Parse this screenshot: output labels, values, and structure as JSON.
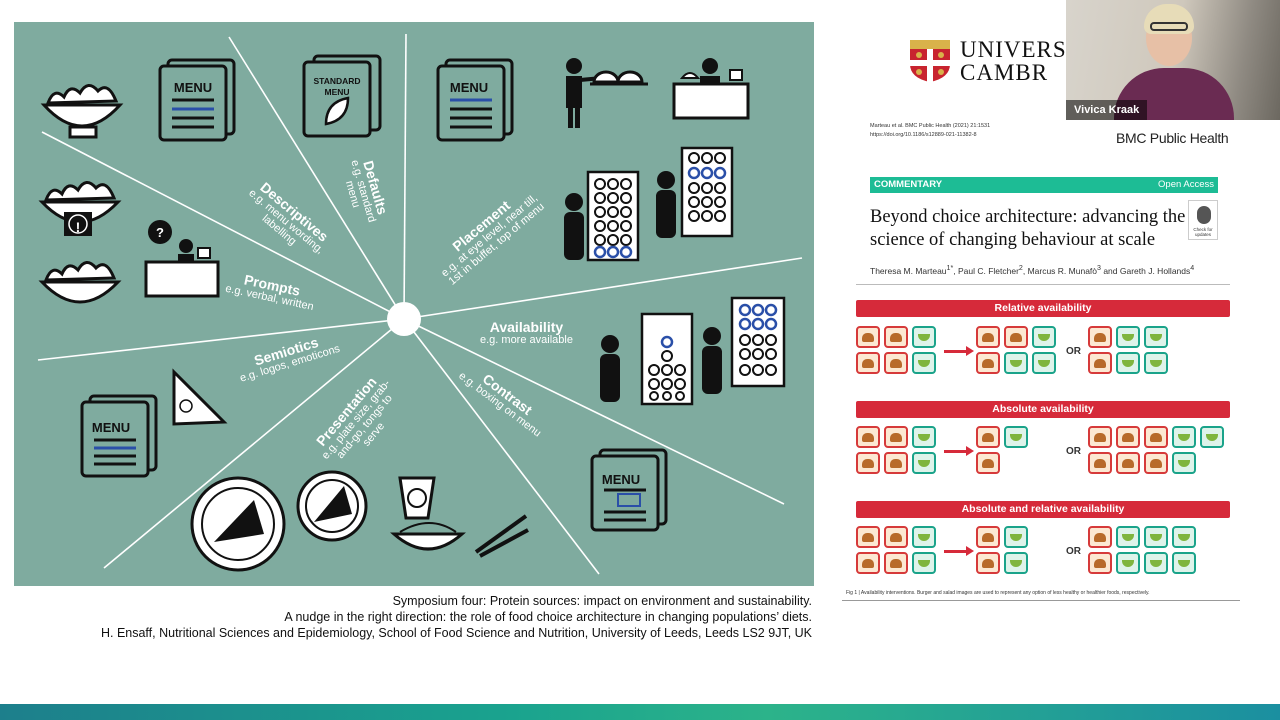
{
  "diagram": {
    "segments": [
      {
        "id": "defaults",
        "title": "Defaults",
        "sub1": "e.g. standard",
        "sub2": "menu"
      },
      {
        "id": "descriptives",
        "title": "Descriptives",
        "sub1": "e.g. menu wording,",
        "sub2": "labelling"
      },
      {
        "id": "prompts",
        "title": "Prompts",
        "sub1": "e.g. verbal, written",
        "sub2": ""
      },
      {
        "id": "semiotics",
        "title": "Semiotics",
        "sub1": "e.g. logos, emoticons",
        "sub2": ""
      },
      {
        "id": "presentation",
        "title": "Presentation",
        "sub1": "e.g. plate size, grab-",
        "sub2": "and-go, tongs to",
        "sub3": "serve"
      },
      {
        "id": "contrast",
        "title": "Contrast",
        "sub1": "e.g. boxing on menu",
        "sub2": ""
      },
      {
        "id": "availability",
        "title": "Availability",
        "sub1": "e.g. more available",
        "sub2": ""
      },
      {
        "id": "placement",
        "title": "Placement",
        "sub1": "e.g. at eye level, near till,",
        "sub2": "1st in buffet, top of menu"
      }
    ],
    "menu_label": "MENU",
    "standard_menu_label": "STANDARD MENU",
    "prompt_mark": "?",
    "alert_mark": "!",
    "colors": {
      "background": "#7fab9f",
      "lines": "#ffffff",
      "icons": "#111111",
      "highlight": "#2a4fa8"
    }
  },
  "captions": {
    "line1": "Symposium four: Protein sources: impact on environment and sustainability.",
    "line2": "A nudge in the right direction: the role of food choice architecture in changing populations’ diets.",
    "line3": "H. Ensaff, Nutritional Sciences and Epidemiology, School of Food Science and Nutrition, University of Leeds, Leeds LS2 9JT, UK"
  },
  "paper": {
    "university": "UNIVERS\nCAMBR",
    "cite_line1": "Marteau et al. BMC Public Health        (2021) 21:1531",
    "cite_line2": "https://doi.org/10.1186/s12889-021-11382-8",
    "journal": "BMC Public Health",
    "section": "COMMENTARY",
    "access": "Open Access",
    "title": "Beyond choice architecture: advancing the science of changing behaviour at scale",
    "check_badge": "Check for updates",
    "authors": "Theresa M. Marteau",
    "authors_sup": "1*",
    "authors_rest": ", Paul C. Fletcher",
    "authors_sup2": "2",
    "authors_rest2": ", Marcus R. Munafò",
    "authors_sup3": "3",
    "authors_rest3": " and Gareth J. Hollands",
    "authors_sup4": "4",
    "panels": [
      {
        "title": "Relative availability",
        "or": "OR"
      },
      {
        "title": "Absolute availability",
        "or": "OR"
      },
      {
        "title": "Absolute and relative availability",
        "or": "OR"
      }
    ],
    "fig_caption": "Fig 1 | Availability interventions. Burger and salad images are used to represent any option of less healthy or healthier foods, respectively.",
    "colors": {
      "accent": "#1dbc95",
      "panel": "#d62a3a",
      "burger_border": "#d63a3a",
      "salad_border": "#1aa38a"
    }
  },
  "webcam": {
    "participant_name": "Vivica Kraak"
  }
}
